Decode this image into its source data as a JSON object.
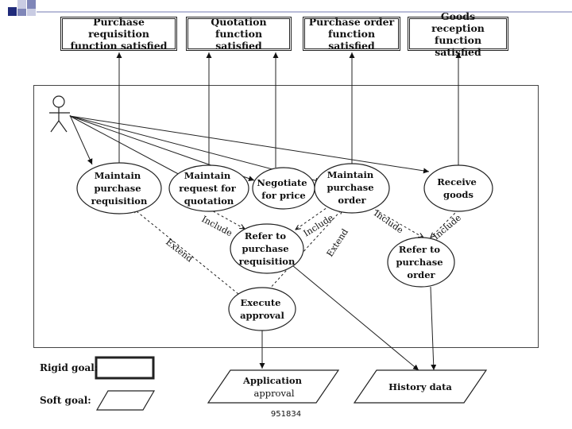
{
  "goals": {
    "purchase_requisition": "Purchase requisition\nfunction satisfied",
    "quotation": "Quotation  function\nsatisfied",
    "purchase_order": "Purchase order\nfunction satisfied",
    "goods_reception": "Goods reception\nfunction satisfied"
  },
  "use_cases": {
    "maintain_purchase_requisition": [
      "Maintain",
      "purchase",
      "requisition"
    ],
    "maintain_request_for_quotation": [
      "Maintain",
      "request for",
      "quotation"
    ],
    "negotiate_for_price": [
      "Negotiate",
      "for price"
    ],
    "maintain_purchase_order": [
      "Maintain",
      "purchase",
      "order"
    ],
    "receive_goods": [
      "Receive",
      "goods"
    ],
    "refer_to_purchase_requisition": [
      "Refer to",
      "purchase",
      "requisition"
    ],
    "refer_to_purchase_order": [
      "Refer to",
      "purchase",
      "order"
    ],
    "execute_approval": [
      "Execute",
      "approval"
    ]
  },
  "relations": {
    "include": "Include",
    "extend": "Extend"
  },
  "soft_goals": {
    "application_approval": [
      "Application",
      "approval"
    ],
    "history_data": "History data"
  },
  "legend": {
    "rigid_goal": "Rigid goal:",
    "soft_goal": "Soft goal:"
  },
  "caption": "951834",
  "colors": {
    "corner_dark": "#1f2a7a",
    "corner_mid": "#7f86b8",
    "corner_light": "#c9cce3",
    "rule": "#b8bcd8"
  }
}
